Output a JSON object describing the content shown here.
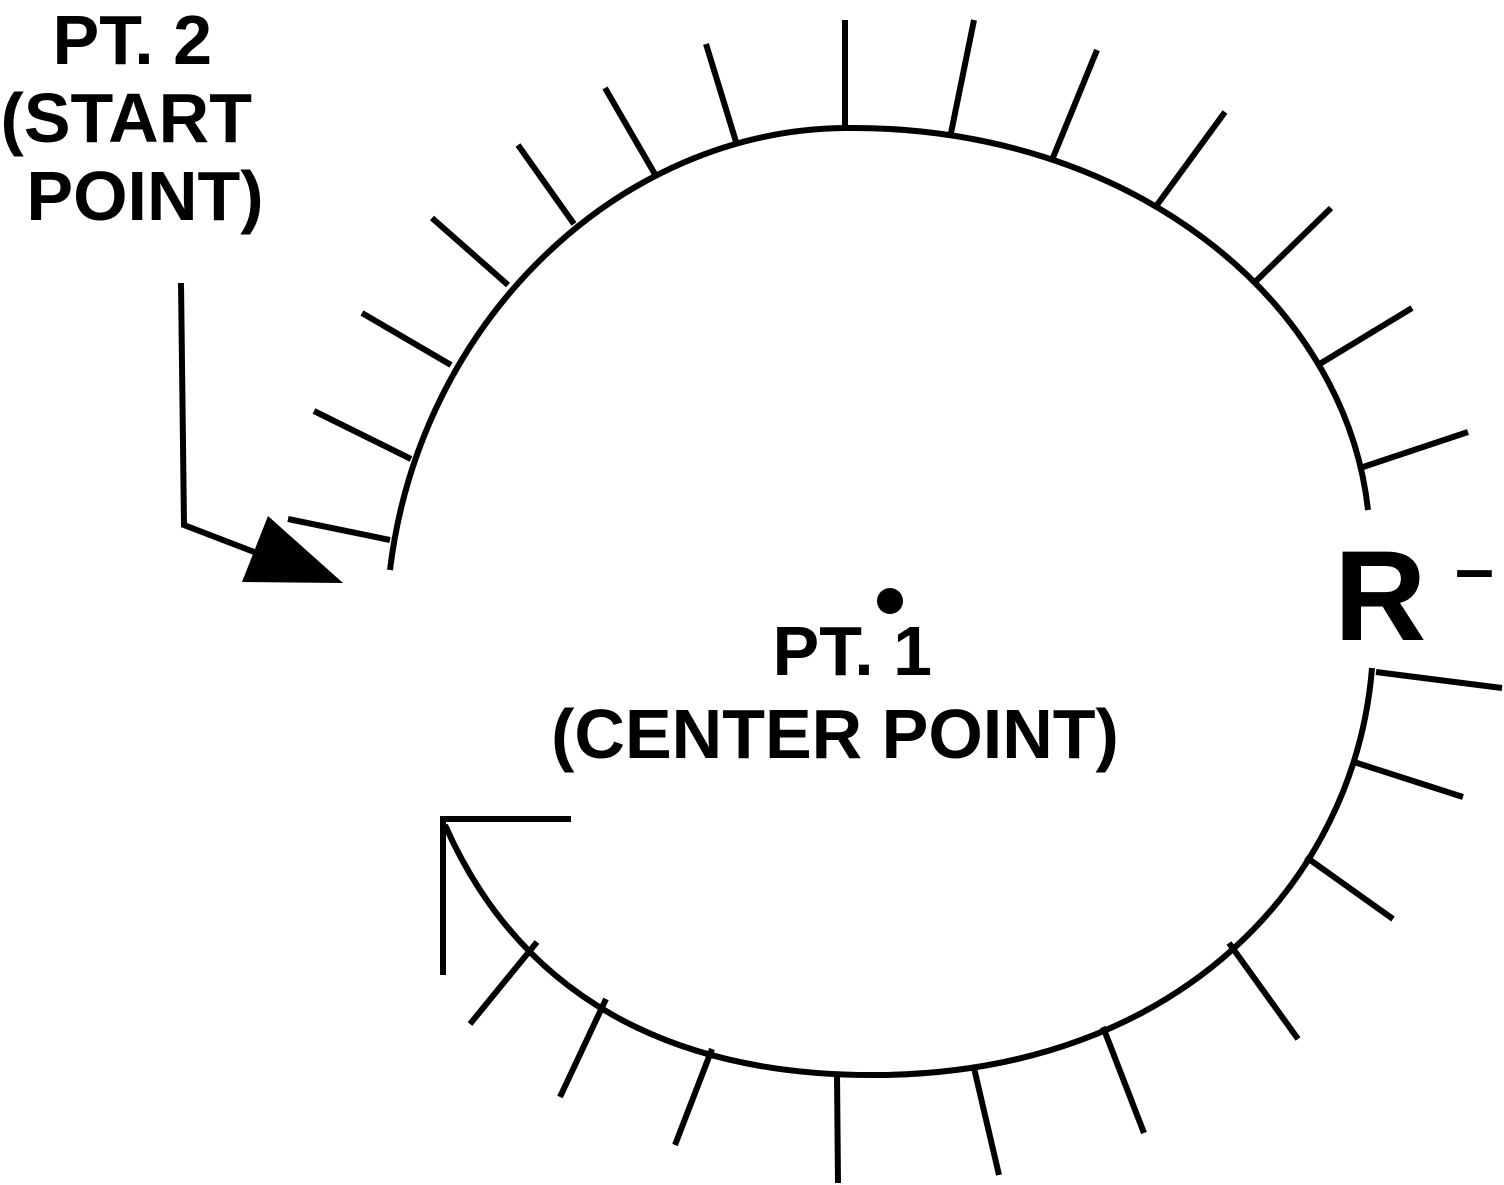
{
  "diagram": {
    "start_point_label": [
      "PT. 2",
      "(START",
      "POINT)"
    ],
    "center_point_label": [
      "PT. 1",
      "(CENTER POINT)"
    ],
    "radius_label": "R",
    "radius_sign": "–",
    "colors": {
      "ink": "#000000",
      "background": "#ffffff"
    },
    "symbols": {
      "start_arrow": "filled-triangle-arrow",
      "end_marker": "corner-bracket",
      "center_marker": "filled-dot",
      "hatching": "radial-tick-marks"
    }
  }
}
